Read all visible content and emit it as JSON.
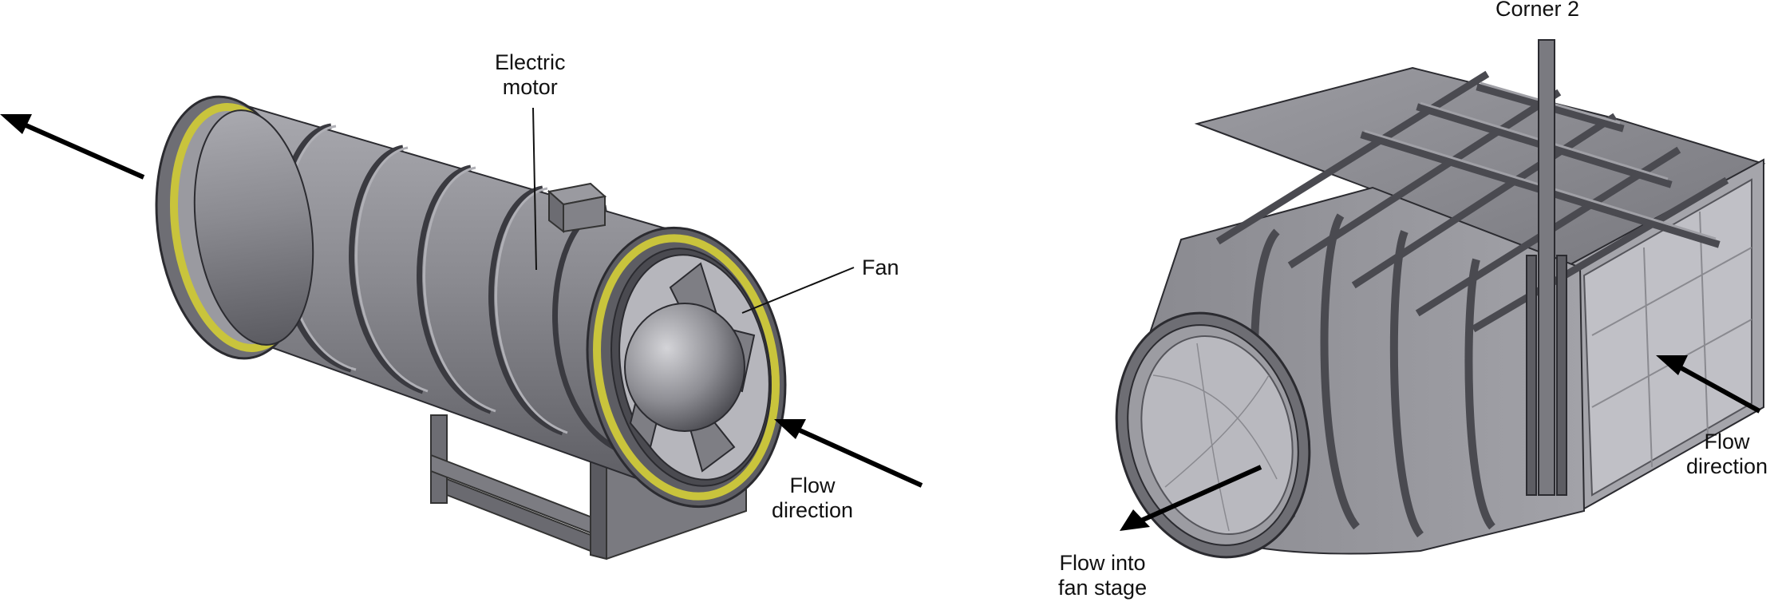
{
  "figure": {
    "left_panel": {
      "labels": {
        "motor_line1": "Electric",
        "motor_line2": "motor",
        "fan": "Fan",
        "flow_line1": "Flow",
        "flow_line2": "direction"
      }
    },
    "right_panel": {
      "labels": {
        "corner": "Corner 2",
        "flow_line1": "Flow",
        "flow_line2": "direction",
        "flow_into_line1": "Flow into",
        "flow_into_line2": "fan stage"
      }
    },
    "colors": {
      "steel": "#8e8e94",
      "steel_dark": "#55555b",
      "steel_light": "#b9b9bf",
      "ring_yellow": "#c9c43c",
      "arrow": "#000000"
    }
  }
}
